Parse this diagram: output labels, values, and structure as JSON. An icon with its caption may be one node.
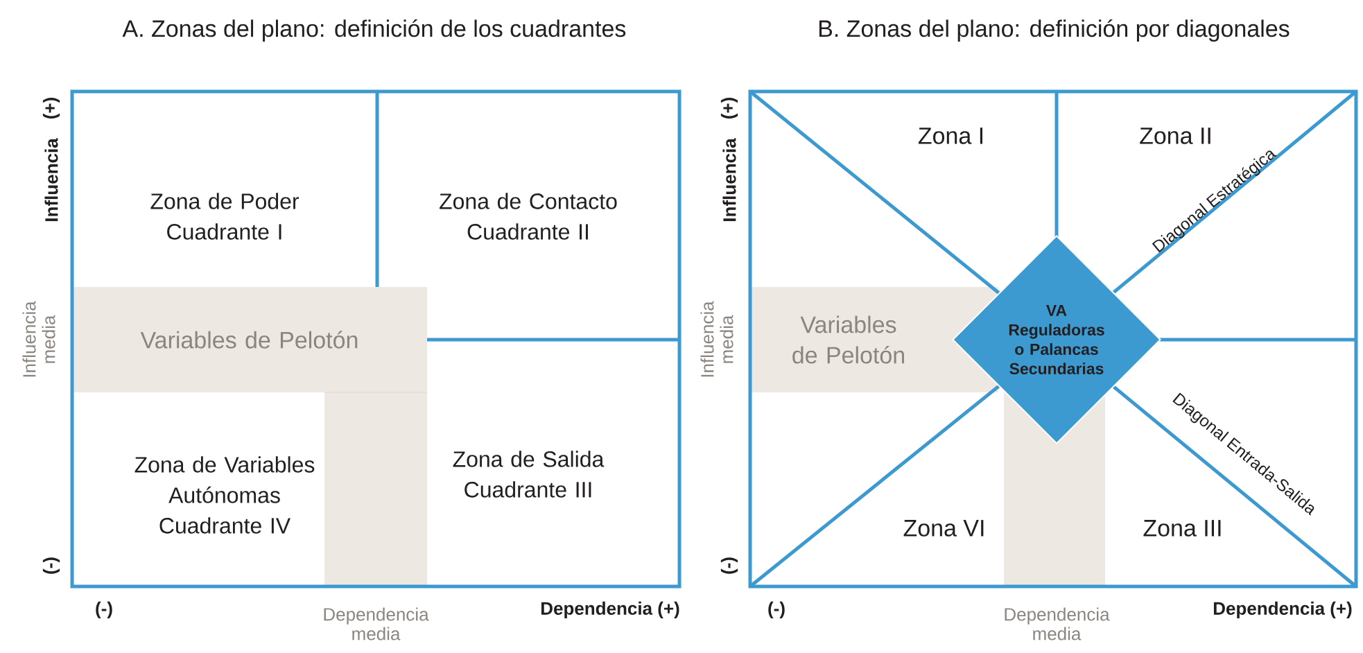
{
  "diagram": {
    "nodes": [
      {
        "text": [
          "A. Zonas del plano: definición de los cuadrantes"
        ]
      },
      {
        "text": [
          "Zona de Poder",
          "Cuadrante I"
        ],
        "in": 0
      },
      {
        "text": [
          "Zona de Contacto",
          "Cuadrante II"
        ],
        "in": 0
      },
      {
        "text": [
          "Variables de Pelotón"
        ],
        "in": 0
      },
      {
        "text": [
          "Zona de Variables Autónomas",
          "Cuadrante IV"
        ],
        "in": 0
      },
      {
        "text": [
          "Zona de Salida",
          "Cuadrante III"
        ],
        "in": 0
      },
      {
        "text": [
          "B. Zonas del plano: definición por diagonales"
        ]
      },
      {
        "text": [
          "Variables de Pelotón"
        ],
        "in": 6
      },
      {
        "text": [
          "VA Reguladoras o Palancas Secundarias"
        ],
        "in": 6
      }
    ],
    "labels": [
      "(+)",
      "Influencia",
      "Influencia media",
      "(-)",
      "(-)",
      "Dependencia media",
      "Dependencia (+)",
      "(+)",
      "Influencia",
      "Influencia media",
      "(-)",
      "Zona I",
      "Zona II",
      "Diagonal Estratégica",
      "Diagonal Entrada-Salida",
      "Zona VI",
      "Zona III",
      "(-)",
      "Dependencia media",
      "Dependencia (+)"
    ]
  }
}
